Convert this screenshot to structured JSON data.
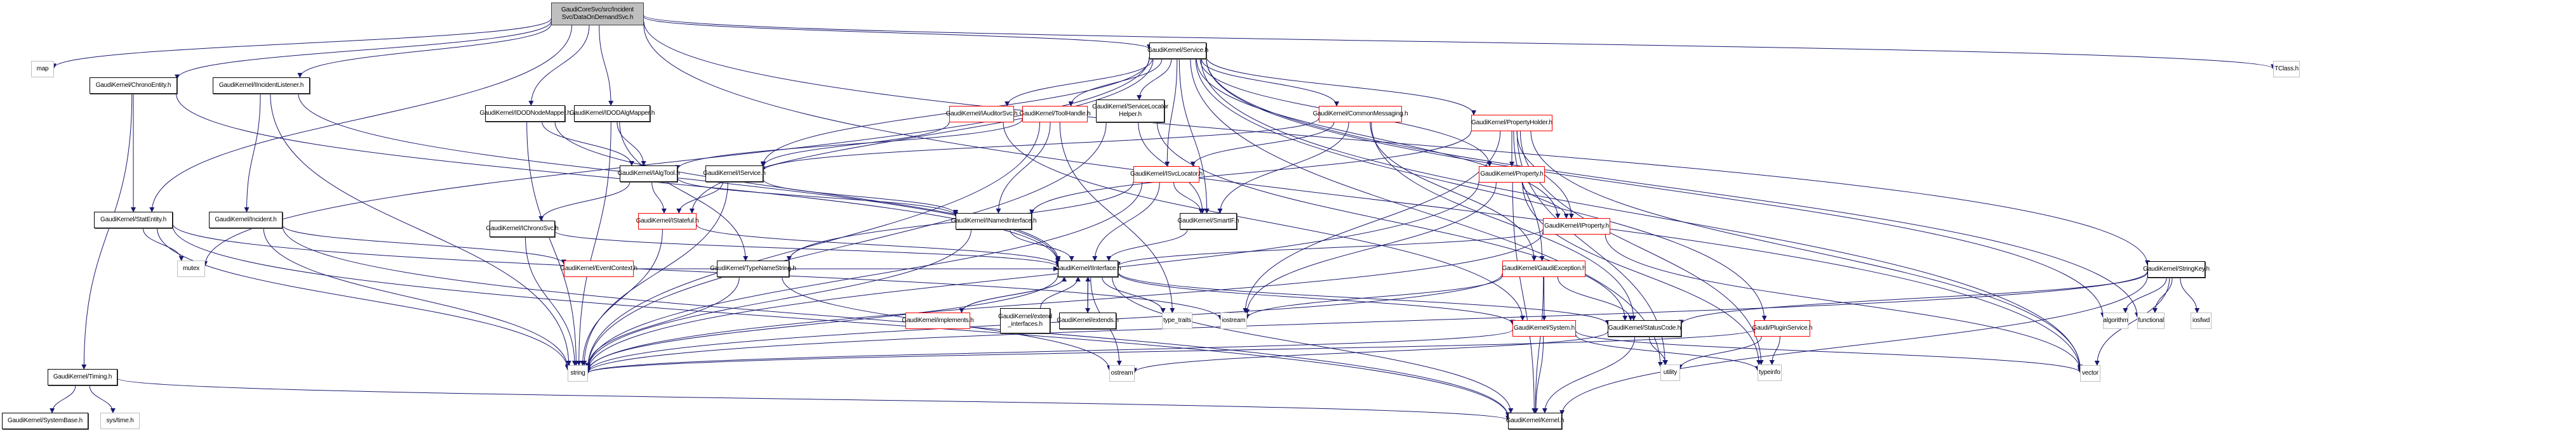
{
  "title": "Include dependency graph for DataOnDemandSvc.h",
  "colors": {
    "edge": "#191970",
    "root_fill": "#bfbfbf",
    "documented_border": "#000000",
    "truncated_border": "#ff0000",
    "system_border": "#bfbfbf"
  },
  "nodes": [
    {
      "id": "root",
      "label": "GaudiCoreSvc/src/Incident\nSvc/DataOnDemandSvc.h",
      "kind": "root"
    },
    {
      "id": "map",
      "label": "map",
      "kind": "sys"
    },
    {
      "id": "service",
      "label": "GaudiKernel/Service.h",
      "kind": "doc"
    },
    {
      "id": "tclass",
      "label": "TClass.h",
      "kind": "sys"
    },
    {
      "id": "chronoentity",
      "label": "GaudiKernel/ChronoEntity.h",
      "kind": "doc"
    },
    {
      "id": "iincidentlistener",
      "label": "GaudiKernel/IIncidentListener.h",
      "kind": "doc"
    },
    {
      "id": "idodnodemapper",
      "label": "GaudiKernel/IDODNodeMapper.h",
      "kind": "doc"
    },
    {
      "id": "idodalgmapper",
      "label": "GaudiKernel/IDODAlgMapper.h",
      "kind": "doc"
    },
    {
      "id": "iauditorsvc",
      "label": "GaudiKernel/IAuditorSvc.h",
      "kind": "trunc"
    },
    {
      "id": "toolhandle",
      "label": "GaudiKernel/ToolHandle.h",
      "kind": "trunc"
    },
    {
      "id": "servicelocatorhelper",
      "label": "GaudiKernel/ServiceLocator\nHelper.h",
      "kind": "doc"
    },
    {
      "id": "commonmessaging",
      "label": "GaudiKernel/CommonMessaging.h",
      "kind": "trunc"
    },
    {
      "id": "propertyholder",
      "label": "GaudiKernel/PropertyHolder.h",
      "kind": "trunc"
    },
    {
      "id": "stringkey",
      "label": "GaudiKernel/StringKey.h",
      "kind": "doc"
    },
    {
      "id": "statentity",
      "label": "GaudiKernel/StatEntity.h",
      "kind": "doc"
    },
    {
      "id": "incident",
      "label": "GaudiKernel/Incident.h",
      "kind": "doc"
    },
    {
      "id": "ichronosvc",
      "label": "GaudiKernel/IChronoSvc.h",
      "kind": "doc"
    },
    {
      "id": "ialgtool",
      "label": "GaudiKernel/IAlgTool.h",
      "kind": "doc"
    },
    {
      "id": "iservice",
      "label": "GaudiKernel/IService.h",
      "kind": "doc"
    },
    {
      "id": "istateful",
      "label": "GaudiKernel/IStateful.h",
      "kind": "trunc"
    },
    {
      "id": "inamedinterface",
      "label": "GaudiKernel/INamedInterface.h",
      "kind": "doc"
    },
    {
      "id": "isvclocator",
      "label": "GaudiKernel/ISvcLocator.h",
      "kind": "trunc"
    },
    {
      "id": "smartif",
      "label": "GaudiKernel/SmartIF.h",
      "kind": "doc"
    },
    {
      "id": "property",
      "label": "GaudiKernel/Property.h",
      "kind": "trunc"
    },
    {
      "id": "iproperty",
      "label": "GaudiKernel/IProperty.h",
      "kind": "trunc"
    },
    {
      "id": "mutex",
      "label": "mutex",
      "kind": "sys"
    },
    {
      "id": "eventcontext",
      "label": "GaudiKernel/EventContext.h",
      "kind": "trunc"
    },
    {
      "id": "typenamestring",
      "label": "GaudiKernel/TypeNameString.h",
      "kind": "doc"
    },
    {
      "id": "iinterface",
      "label": "GaudiKernel/IInterface.h",
      "kind": "doc"
    },
    {
      "id": "gaudiexception",
      "label": "GaudiKernel/GaudiException.h",
      "kind": "trunc"
    },
    {
      "id": "implements",
      "label": "GaudiKernel/implements.h",
      "kind": "trunc"
    },
    {
      "id": "extendinterfaces",
      "label": "GaudiKernel/extend\n_interfaces.h",
      "kind": "doc"
    },
    {
      "id": "extends",
      "label": "GaudiKernel/extends.h",
      "kind": "doc"
    },
    {
      "id": "typetraits",
      "label": "type_traits",
      "kind": "sys"
    },
    {
      "id": "iostream",
      "label": "iostream",
      "kind": "sys"
    },
    {
      "id": "system",
      "label": "GaudiKernel/System.h",
      "kind": "trunc"
    },
    {
      "id": "statuscode",
      "label": "GaudiKernel/StatusCode.h",
      "kind": "doc"
    },
    {
      "id": "pluginservice",
      "label": "Gaudi/PluginService.h",
      "kind": "trunc"
    },
    {
      "id": "algorithm",
      "label": "algorithm",
      "kind": "sys"
    },
    {
      "id": "functional",
      "label": "functional",
      "kind": "sys"
    },
    {
      "id": "iosfwd",
      "label": "iosfwd",
      "kind": "sys"
    },
    {
      "id": "timing",
      "label": "GaudiKernel/Timing.h",
      "kind": "doc"
    },
    {
      "id": "string",
      "label": "string",
      "kind": "sys"
    },
    {
      "id": "ostream",
      "label": "ostream",
      "kind": "sys"
    },
    {
      "id": "utility",
      "label": "utility",
      "kind": "sys"
    },
    {
      "id": "typeinfo",
      "label": "typeinfo",
      "kind": "sys"
    },
    {
      "id": "vector",
      "label": "vector",
      "kind": "sys"
    },
    {
      "id": "systembase",
      "label": "GaudiKernel/SystemBase.h",
      "kind": "doc"
    },
    {
      "id": "systime",
      "label": "sys/time.h",
      "kind": "sys"
    },
    {
      "id": "kernel",
      "label": "GaudiKernel/Kernel.h",
      "kind": "doc"
    }
  ],
  "edges": [
    [
      "root",
      "map"
    ],
    [
      "root",
      "service"
    ],
    [
      "root",
      "tclass"
    ],
    [
      "root",
      "chronoentity"
    ],
    [
      "root",
      "iincidentlistener"
    ],
    [
      "root",
      "idodnodemapper"
    ],
    [
      "root",
      "idodalgmapper"
    ],
    [
      "root",
      "stringkey"
    ],
    [
      "root",
      "statentity"
    ],
    [
      "root",
      "vector"
    ],
    [
      "service",
      "iauditorsvc"
    ],
    [
      "service",
      "toolhandle"
    ],
    [
      "service",
      "servicelocatorhelper"
    ],
    [
      "service",
      "commonmessaging"
    ],
    [
      "service",
      "propertyholder"
    ],
    [
      "service",
      "iservice"
    ],
    [
      "service",
      "isvclocator"
    ],
    [
      "service",
      "istateful"
    ],
    [
      "service",
      "smartif"
    ],
    [
      "service",
      "property"
    ],
    [
      "service",
      "iproperty"
    ],
    [
      "service",
      "pluginservice"
    ],
    [
      "service",
      "vector"
    ],
    [
      "service",
      "utility"
    ],
    [
      "service",
      "functional"
    ],
    [
      "service",
      "algorithm"
    ],
    [
      "service",
      "mutex"
    ],
    [
      "chronoentity",
      "statentity"
    ],
    [
      "chronoentity",
      "timing"
    ],
    [
      "chronoentity",
      "iinterface"
    ],
    [
      "iincidentlistener",
      "incident"
    ],
    [
      "iincidentlistener",
      "iinterface"
    ],
    [
      "iincidentlistener",
      "string"
    ],
    [
      "idodnodemapper",
      "iinterface"
    ],
    [
      "idodnodemapper",
      "ialgtool"
    ],
    [
      "idodnodemapper",
      "string"
    ],
    [
      "idodalgmapper",
      "ialgtool"
    ],
    [
      "idodalgmapper",
      "typenamestring"
    ],
    [
      "idodalgmapper",
      "string"
    ],
    [
      "iauditorsvc",
      "iservice"
    ],
    [
      "iauditorsvc",
      "system"
    ],
    [
      "toolhandle",
      "ialgtool"
    ],
    [
      "toolhandle",
      "inamedinterface"
    ],
    [
      "toolhandle",
      "typetraits"
    ],
    [
      "toolhandle",
      "string"
    ],
    [
      "servicelocatorhelper",
      "smartif"
    ],
    [
      "servicelocatorhelper",
      "string"
    ],
    [
      "servicelocatorhelper",
      "statuscode"
    ],
    [
      "commonmessaging",
      "isvclocator"
    ],
    [
      "commonmessaging",
      "smartif"
    ],
    [
      "commonmessaging",
      "gaudiexception"
    ],
    [
      "commonmessaging",
      "statuscode"
    ],
    [
      "commonmessaging",
      "iservice"
    ],
    [
      "propertyholder",
      "property"
    ],
    [
      "propertyholder",
      "iproperty"
    ],
    [
      "propertyholder",
      "gaudiexception"
    ],
    [
      "propertyholder",
      "typeinfo"
    ],
    [
      "propertyholder",
      "vector"
    ],
    [
      "propertyholder",
      "inamedinterface"
    ],
    [
      "propertyholder",
      "iostream"
    ],
    [
      "propertyholder",
      "utility"
    ],
    [
      "stringkey",
      "string"
    ],
    [
      "stringkey",
      "algorithm"
    ],
    [
      "stringkey",
      "functional"
    ],
    [
      "stringkey",
      "iosfwd"
    ],
    [
      "stringkey",
      "vector"
    ],
    [
      "stringkey",
      "statuscode"
    ],
    [
      "stringkey",
      "kernel"
    ],
    [
      "statentity",
      "mutex"
    ],
    [
      "statentity",
      "string"
    ],
    [
      "statentity",
      "iostream"
    ],
    [
      "statentity",
      "kernel"
    ],
    [
      "incident",
      "eventcontext"
    ],
    [
      "incident",
      "string"
    ],
    [
      "incident",
      "kernel"
    ],
    [
      "ichronosvc",
      "iinterface"
    ],
    [
      "ichronosvc",
      "string"
    ],
    [
      "ialgtool",
      "istateful"
    ],
    [
      "ialgtool",
      "inamedinterface"
    ],
    [
      "ialgtool",
      "ichronosvc"
    ],
    [
      "iservice",
      "istateful"
    ],
    [
      "iservice",
      "inamedinterface"
    ],
    [
      "iservice",
      "string"
    ],
    [
      "istateful",
      "iinterface"
    ],
    [
      "istateful",
      "string"
    ],
    [
      "inamedinterface",
      "iinterface"
    ],
    [
      "inamedinterface",
      "string"
    ],
    [
      "isvclocator",
      "smartif"
    ],
    [
      "isvclocator",
      "iinterface"
    ],
    [
      "isvclocator",
      "typenamestring"
    ],
    [
      "isvclocator",
      "string"
    ],
    [
      "smartif",
      "iinterface"
    ],
    [
      "property",
      "iproperty"
    ],
    [
      "property",
      "string"
    ],
    [
      "property",
      "typeinfo"
    ],
    [
      "property",
      "iostream"
    ],
    [
      "property",
      "kernel"
    ],
    [
      "iproperty",
      "iinterface"
    ],
    [
      "iproperty",
      "string"
    ],
    [
      "iproperty",
      "vector"
    ],
    [
      "typenamestring",
      "string"
    ],
    [
      "typenamestring",
      "ostream"
    ],
    [
      "eventcontext",
      "iinterface"
    ],
    [
      "iinterface",
      "implements"
    ],
    [
      "iinterface",
      "extends"
    ],
    [
      "iinterface",
      "typetraits"
    ],
    [
      "iinterface",
      "ostream"
    ],
    [
      "iinterface",
      "statuscode"
    ],
    [
      "iinterface",
      "system"
    ],
    [
      "iinterface",
      "kernel"
    ],
    [
      "iinterface",
      "string"
    ],
    [
      "implements",
      "iinterface"
    ],
    [
      "extendinterfaces",
      "iinterface"
    ],
    [
      "extends",
      "iinterface"
    ],
    [
      "gaudiexception",
      "system"
    ],
    [
      "gaudiexception",
      "statuscode"
    ],
    [
      "gaudiexception",
      "string"
    ],
    [
      "gaudiexception",
      "iostream"
    ],
    [
      "gaudiexception",
      "kernel"
    ],
    [
      "system",
      "kernel"
    ],
    [
      "system",
      "string"
    ],
    [
      "system",
      "typeinfo"
    ],
    [
      "system",
      "vector"
    ],
    [
      "statuscode",
      "kernel"
    ],
    [
      "statuscode",
      "utility"
    ],
    [
      "statuscode",
      "ostream"
    ],
    [
      "pluginservice",
      "typeinfo"
    ],
    [
      "pluginservice",
      "utility"
    ],
    [
      "pluginservice",
      "string"
    ],
    [
      "timing",
      "systembase"
    ],
    [
      "timing",
      "systime"
    ],
    [
      "timing",
      "kernel"
    ]
  ]
}
